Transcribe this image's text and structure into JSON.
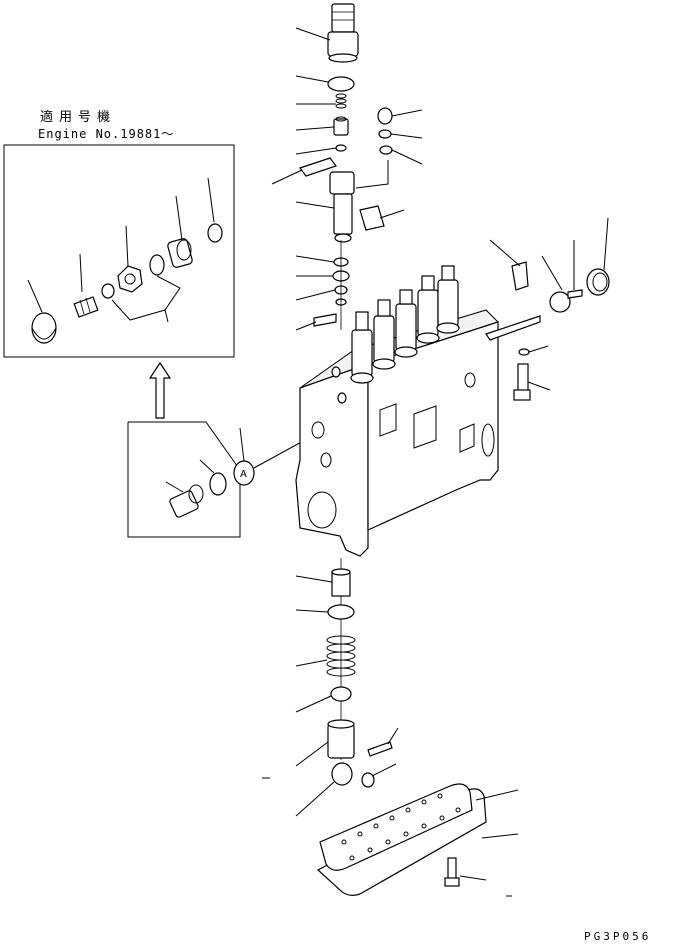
{
  "inset": {
    "title_jp": "適用号機",
    "engine_no": "Engine No.19881〜"
  },
  "drawing_code": "PG3P056",
  "marker_letter": "A"
}
